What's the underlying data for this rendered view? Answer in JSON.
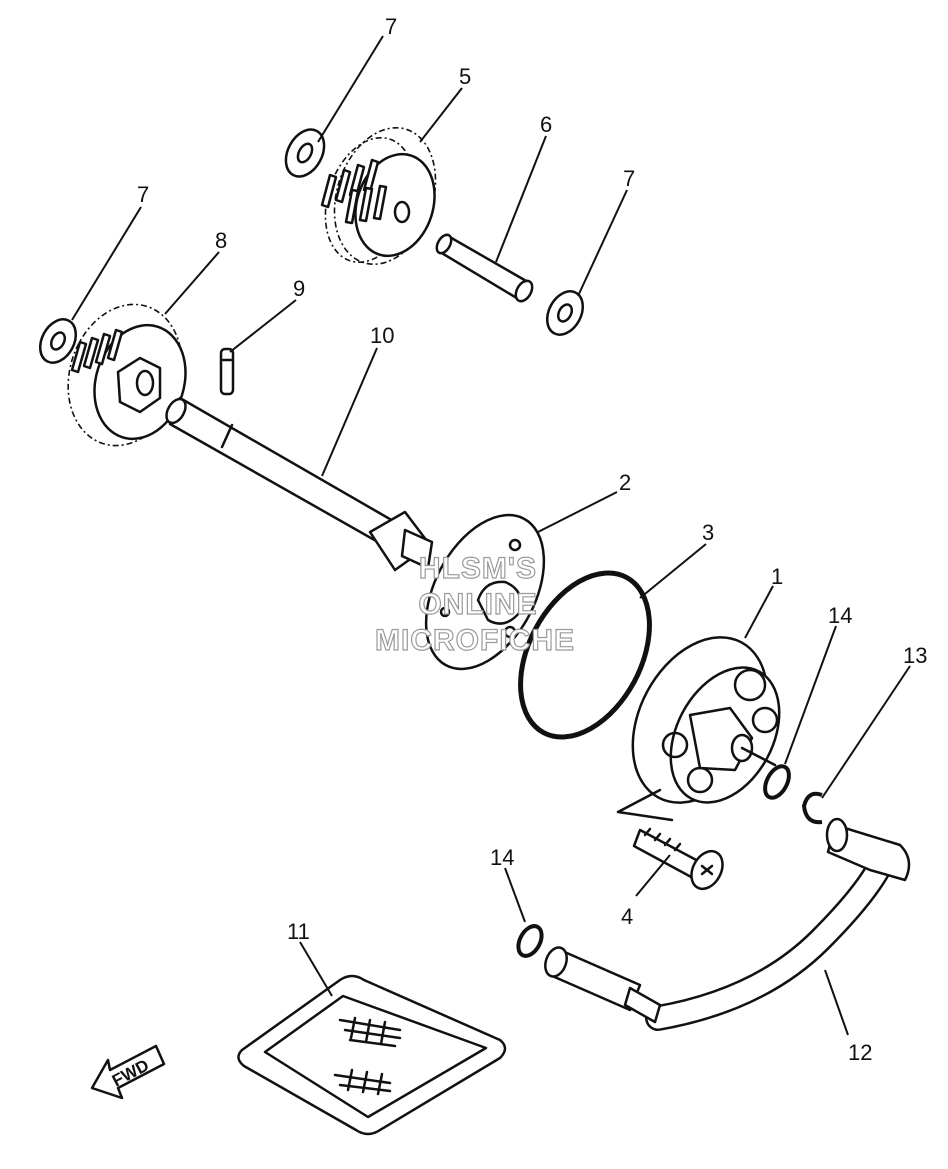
{
  "diagram": {
    "watermark": [
      "HLSM'S",
      "ONLINE",
      "MICROFICHE"
    ],
    "direction_label": "FWD",
    "callouts": [
      {
        "id": "c7a",
        "text": "7"
      },
      {
        "id": "c5",
        "text": "5"
      },
      {
        "id": "c6",
        "text": "6"
      },
      {
        "id": "c7b",
        "text": "7"
      },
      {
        "id": "c7c",
        "text": "7"
      },
      {
        "id": "c8",
        "text": "8"
      },
      {
        "id": "c9",
        "text": "9"
      },
      {
        "id": "c10",
        "text": "10"
      },
      {
        "id": "c2",
        "text": "2"
      },
      {
        "id": "c3",
        "text": "3"
      },
      {
        "id": "c1",
        "text": "1"
      },
      {
        "id": "c14a",
        "text": "14"
      },
      {
        "id": "c13",
        "text": "13"
      },
      {
        "id": "c14b",
        "text": "14"
      },
      {
        "id": "c4",
        "text": "4"
      },
      {
        "id": "c11",
        "text": "11"
      },
      {
        "id": "c12",
        "text": "12"
      }
    ]
  }
}
